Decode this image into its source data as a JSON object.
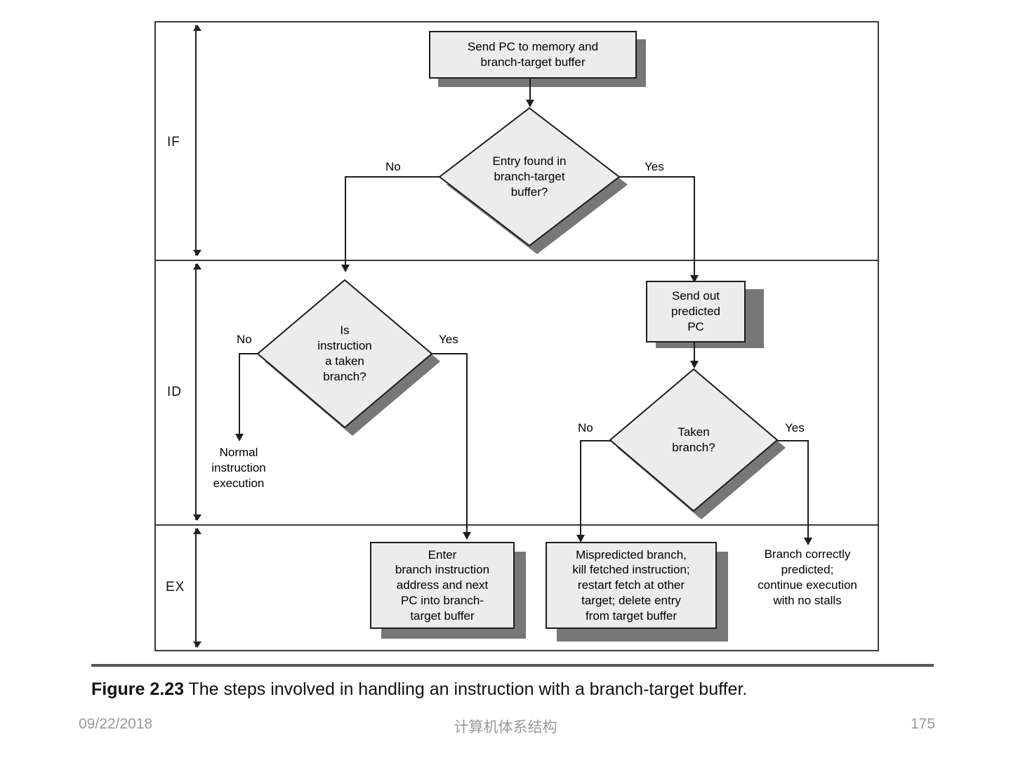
{
  "figure": {
    "label": "Figure 2.23",
    "caption": "The steps involved in handling an instruction with a branch-target buffer."
  },
  "stages": [
    {
      "id": "IF",
      "label": "IF"
    },
    {
      "id": "ID",
      "label": "ID"
    },
    {
      "id": "EX",
      "label": "EX"
    }
  ],
  "nodes": {
    "send_pc": "Send PC to memory and\nbranch-target buffer",
    "entry_found": "Entry found in\nbranch-target\nbuffer?",
    "is_taken": "Is\ninstruction\na taken\nbranch?",
    "send_predicted": "Send out\npredicted\nPC",
    "taken_branch": "Taken\nbranch?",
    "normal_exec": "Normal\ninstruction\nexecution",
    "enter_branch": "Enter\nbranch instruction\naddress and next\nPC into branch-\ntarget buffer",
    "mispredicted": "Mispredicted branch,\nkill fetched instruction;\nrestart fetch at other\ntarget; delete entry\nfrom target buffer",
    "correct": "Branch correctly\npredicted;\ncontinue execution\nwith no stalls"
  },
  "edge_labels": {
    "entry_no": "No",
    "entry_yes": "Yes",
    "is_taken_no": "No",
    "is_taken_yes": "Yes",
    "taken_no": "No",
    "taken_yes": "Yes"
  },
  "footer": {
    "date": "09/22/2018",
    "center": "计算机体系结构",
    "page": "175"
  },
  "colors": {
    "node_fill": "#ececec",
    "node_border": "#1d1d1d",
    "shadow": "#777777",
    "frame": "#3a3a3a"
  }
}
